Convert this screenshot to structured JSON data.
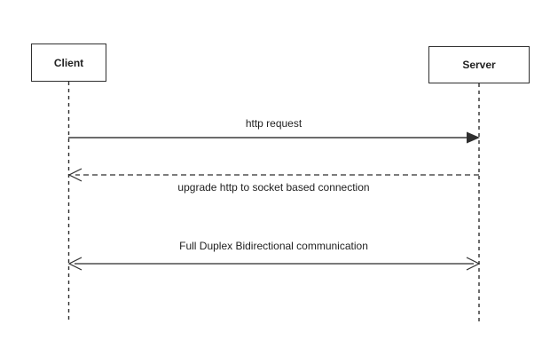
{
  "actors": [
    {
      "id": "client",
      "label": "Client"
    },
    {
      "id": "server",
      "label": "Server"
    }
  ],
  "messages": [
    {
      "label": "http request",
      "from": "Client",
      "to": "Server",
      "line_style": "solid",
      "arrowhead": "filled"
    },
    {
      "label": "upgrade http to socket based connection",
      "from": "Server",
      "to": "Client",
      "line_style": "dashed",
      "arrowhead": "open"
    },
    {
      "label": "Full Duplex Bidirectional communication",
      "from": "Client",
      "to": "Server",
      "direction": "bidirectional",
      "line_style": "solid",
      "arrowhead": "open-both"
    }
  ],
  "colors": {
    "background": "#ffffff",
    "box_border": "#2f2f2f",
    "text": "#1f1f1f",
    "lifeline": "#2f2f2f",
    "solid_arrow_line": "#3c3c3c",
    "dashed_arrow_line": "#2f2f2f",
    "bidirectional_line": "#7a7a7a",
    "arrowhead": "#2f2f2f"
  }
}
